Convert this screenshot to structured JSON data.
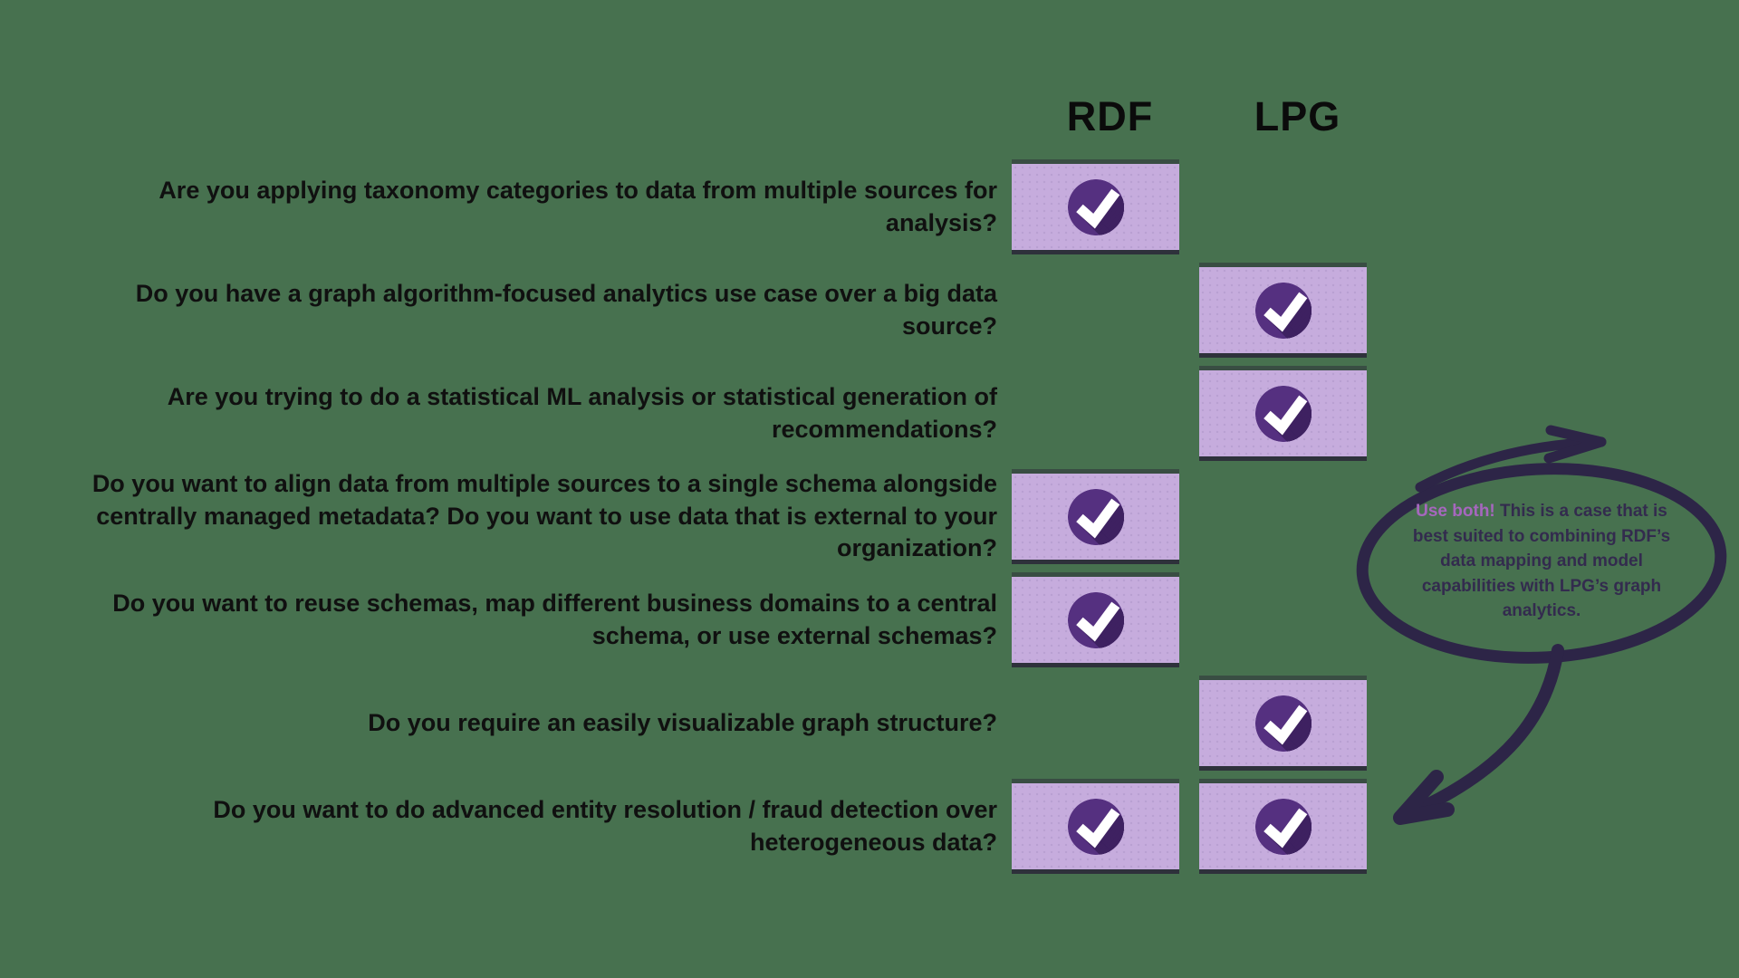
{
  "colors": {
    "background": "#47714F",
    "ink": "#101010",
    "box": "#c6acdd",
    "box-dot": "#b9a0d2",
    "circle": "#553080",
    "circle-shadow": "#3e2161",
    "check": "#ffffff",
    "annotation-ink": "#2d2547",
    "bubble-text": "#332b4e",
    "bubble-highlight": "#a667be"
  },
  "table": {
    "columns": [
      {
        "id": "rdf",
        "label": "RDF"
      },
      {
        "id": "lpg",
        "label": "LPG"
      }
    ],
    "check_icon": "checkmark-icon",
    "rows": [
      {
        "question": "Are you applying taxonomy categories to data from multiple sources for analysis?",
        "rdf": true,
        "lpg": false
      },
      {
        "question": "Do you have a graph algorithm-focused analytics use case over a big data source?",
        "rdf": false,
        "lpg": true
      },
      {
        "question": "Are you trying to do a statistical ML analysis or statistical generation of recommendations?",
        "rdf": false,
        "lpg": true
      },
      {
        "question": "Do you want to align data from multiple sources to a single schema alongside centrally managed metadata? Do you want to use data that is external to your organization?",
        "rdf": true,
        "lpg": false
      },
      {
        "question": "Do you want to reuse schemas, map different business domains to a central schema, or use external schemas?",
        "rdf": true,
        "lpg": false
      },
      {
        "question": "Do you require an easily visualizable graph structure?",
        "rdf": false,
        "lpg": true
      },
      {
        "question": "Do you want to do advanced entity resolution / fraud detection over heterogeneous data?",
        "rdf": true,
        "lpg": true
      }
    ]
  },
  "annotation": {
    "highlight": "Use both!",
    "text": "This is a case that is best suited to combining RDF’s data mapping and model capabilities with LPG’s graph analytics."
  }
}
